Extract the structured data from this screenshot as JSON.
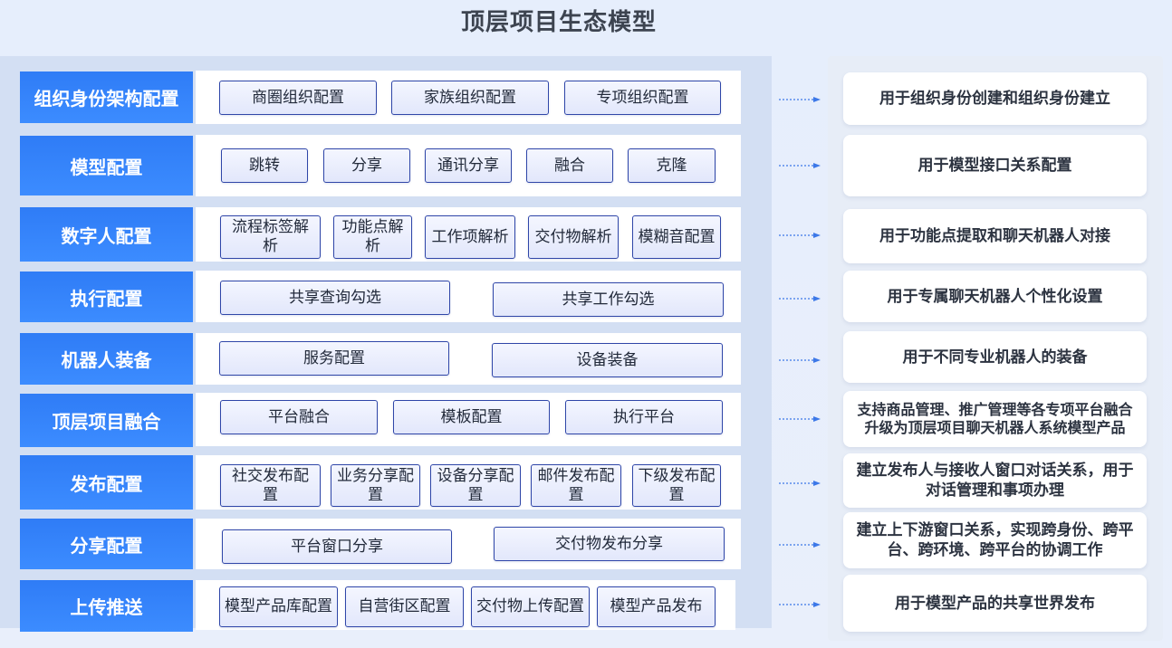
{
  "title": "顶层项目生态模型",
  "rows": [
    {
      "label": "组织身份架构配置",
      "items": [
        "商圈组织配置",
        "家族组织配置",
        "专项组织配置"
      ],
      "description": "用于组织身份创建和组织身份建立"
    },
    {
      "label": "模型配置",
      "items": [
        "跳转",
        "分享",
        "通讯分享",
        "融合",
        "克隆"
      ],
      "description": "用于模型接口关系配置"
    },
    {
      "label": "数字人配置",
      "items": [
        "流程标签解析",
        "功能点解析",
        "工作项解析",
        "交付物解析",
        "模糊音配置"
      ],
      "description": "用于功能点提取和聊天机器人对接"
    },
    {
      "label": "执行配置",
      "items": [
        "共享查询勾选",
        "共享工作勾选"
      ],
      "description": "用于专属聊天机器人个性化设置"
    },
    {
      "label": "机器人装备",
      "items": [
        "服务配置",
        "设备装备"
      ],
      "description": "用于不同专业机器人的装备"
    },
    {
      "label": "顶层项目融合",
      "items": [
        "平台融合",
        "模板配置",
        "执行平台"
      ],
      "description": "支持商品管理、推广管理等各专项平台融合升级为顶层项目聊天机器人系统模型产品"
    },
    {
      "label": "发布配置",
      "items": [
        "社交发布配置",
        "业务分享配置",
        "设备分享配置",
        "邮件发布配置",
        "下级发布配置"
      ],
      "description": "建立发布人与接收人窗口对话关系，用于对话管理和事项办理"
    },
    {
      "label": "分享配置",
      "items": [
        "平台窗口分享",
        "交付物发布分享"
      ],
      "description": "建立上下游窗口关系，实现跨身份、跨平台、跨环境、跨平台的协调工作"
    },
    {
      "label": "上传推送",
      "items": [
        "模型产品库配置",
        "自营街区配置",
        "交付物上传配置",
        "模型产品发布"
      ],
      "description": "用于模型产品的共享世界发布"
    }
  ]
}
